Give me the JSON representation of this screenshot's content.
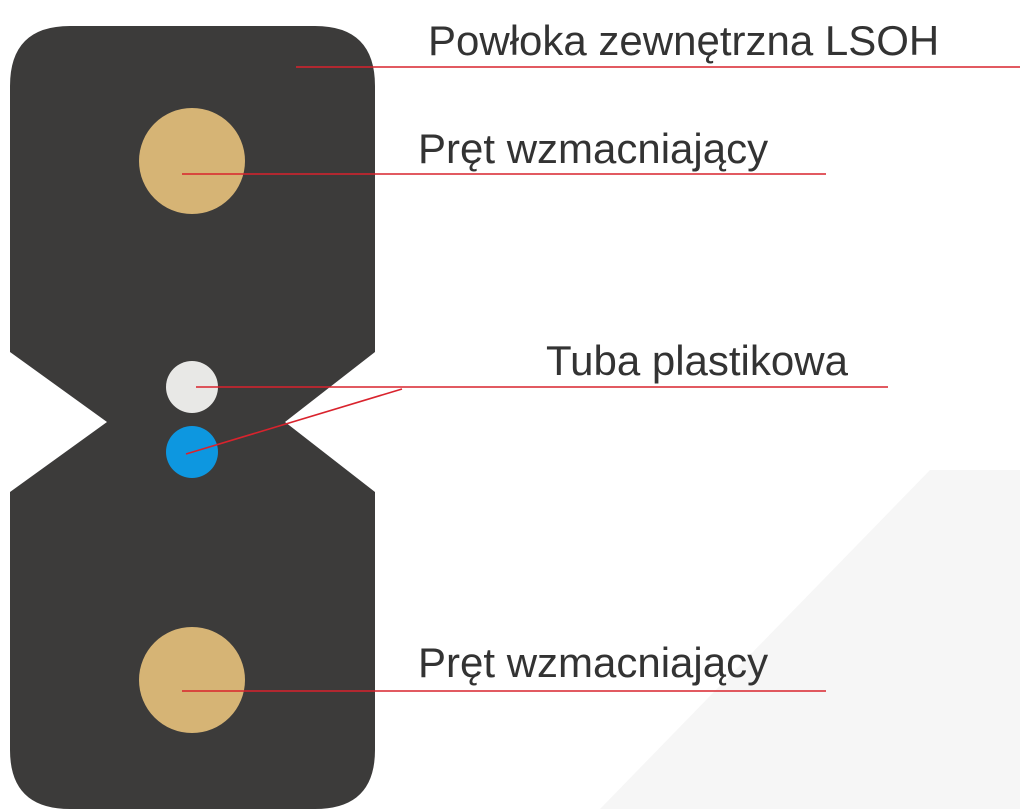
{
  "diagram": {
    "labels": {
      "sheath": "Powłoka zewnętrzna LSOH",
      "rod_top": "Pręt wzmacniający",
      "tube": "Tuba plastikowa",
      "rod_bottom": "Pręt wzmacniający"
    },
    "colors": {
      "sheath": "#3c3b3a",
      "rod": "#d6b475",
      "fiber_white": "#e8e8e6",
      "fiber_blue": "#0d97e0",
      "leader_line": "#d9232d",
      "text": "#333333",
      "watermark": "#f2f2f2"
    }
  }
}
